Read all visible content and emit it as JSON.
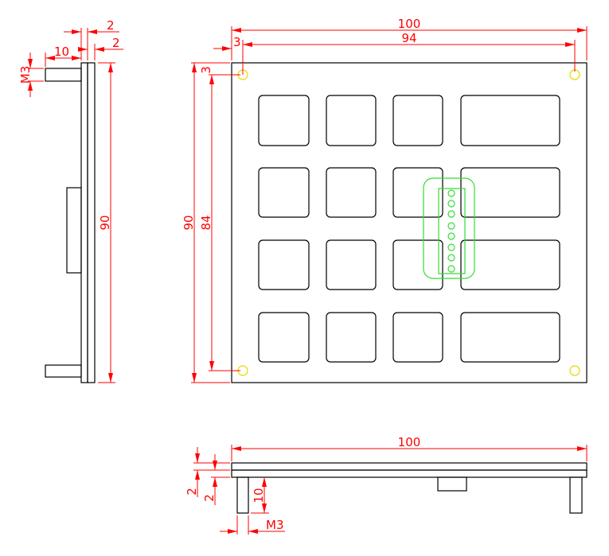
{
  "colors": {
    "outline": "#000000",
    "dimension": "#ff0000",
    "connector": "#33dd33",
    "hole": "#e8e020"
  },
  "side_view": {
    "dim_height": "90",
    "dim_board_a": "2",
    "dim_board_b": "2",
    "dim_standoff_len": "10",
    "dim_thread": "M3"
  },
  "front_view": {
    "dim_width": "100",
    "dim_hole_span_x": "94",
    "dim_offset_x": "3",
    "dim_offset_y": "3",
    "dim_height": "90",
    "dim_hole_span_y": "84"
  },
  "bottom_view": {
    "dim_width": "100",
    "dim_board_a": "2",
    "dim_board_b": "2",
    "dim_standoff_len": "10",
    "dim_thread": "M3"
  }
}
